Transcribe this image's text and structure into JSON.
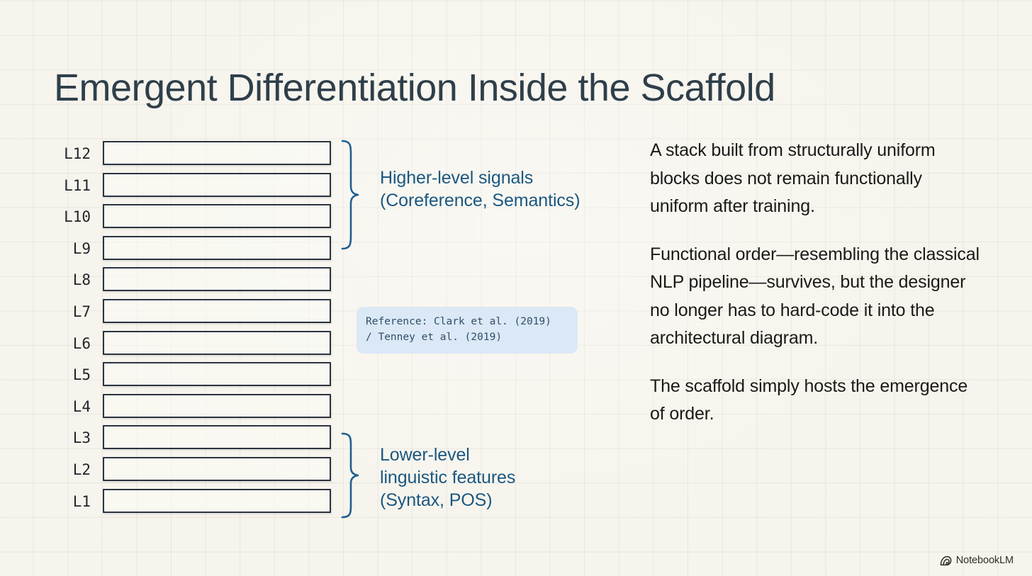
{
  "slide": {
    "title": "Emergent Differentiation Inside the Scaffold",
    "background_color": "#f6f4ec",
    "title_color": "#2f3f4a",
    "accent_color": "#1b5780",
    "box_border_color": "#2b3440",
    "callout_background": "#dbe8f6"
  },
  "diagram": {
    "layers": [
      {
        "label": "L12"
      },
      {
        "label": "L11"
      },
      {
        "label": "L10"
      },
      {
        "label": "L9"
      },
      {
        "label": "L8"
      },
      {
        "label": "L7"
      },
      {
        "label": "L6"
      },
      {
        "label": "L5"
      },
      {
        "label": "L4"
      },
      {
        "label": "L3"
      },
      {
        "label": "L2"
      },
      {
        "label": "L1"
      }
    ],
    "groups": [
      {
        "id": "higher-level",
        "label": "Higher-level signals\n(Coreference, Semantics)",
        "covers": [
          "L12",
          "L11",
          "L10",
          "L9"
        ]
      },
      {
        "id": "lower-level",
        "label": "Lower-level\nlinguistic features\n(Syntax, POS)",
        "covers": [
          "L3",
          "L2",
          "L1"
        ]
      }
    ],
    "reference_callout": "Reference: Clark et al. (2019)\n/ Tenney et al. (2019)"
  },
  "prose": {
    "paragraphs": [
      "A stack built from structurally uniform blocks does not remain functionally uniform after training.",
      "Functional order—resembling the classical NLP pipeline—survives, but the designer no longer has to hard-code it into the architectural diagram.",
      "The scaffold simply hosts the emergence of order."
    ]
  },
  "watermark": {
    "label": "NotebookLM",
    "icon": "notebooklm-spiral-icon"
  }
}
